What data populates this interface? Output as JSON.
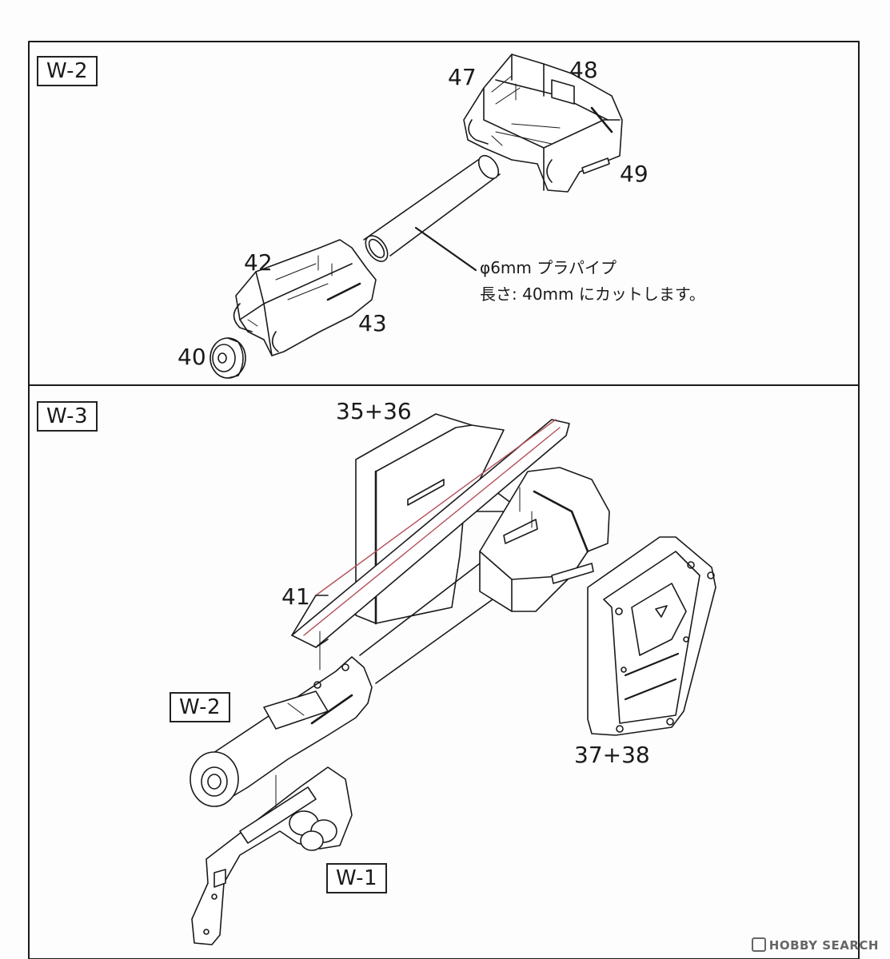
{
  "panels": [
    {
      "id": "W-2",
      "tag": "W-2",
      "parts": [
        "47",
        "48",
        "49",
        "42",
        "43",
        "40"
      ],
      "note": {
        "line1": "φ6mm プラパイプ",
        "line2": "長さ: 40mm にカットします。"
      }
    },
    {
      "id": "W-3",
      "tag": "W-3",
      "parts": [
        "35+36",
        "41",
        "37+38"
      ],
      "sub_assemblies": [
        "W-2",
        "W-1"
      ]
    }
  ],
  "watermark": {
    "text": "HOBBY SEARCH",
    "icon": "hobby-search-logo-icon"
  },
  "colors": {
    "line": "#1a1a1a",
    "paper": "#fdfdfd",
    "accent_stripe": "#b5505a"
  }
}
